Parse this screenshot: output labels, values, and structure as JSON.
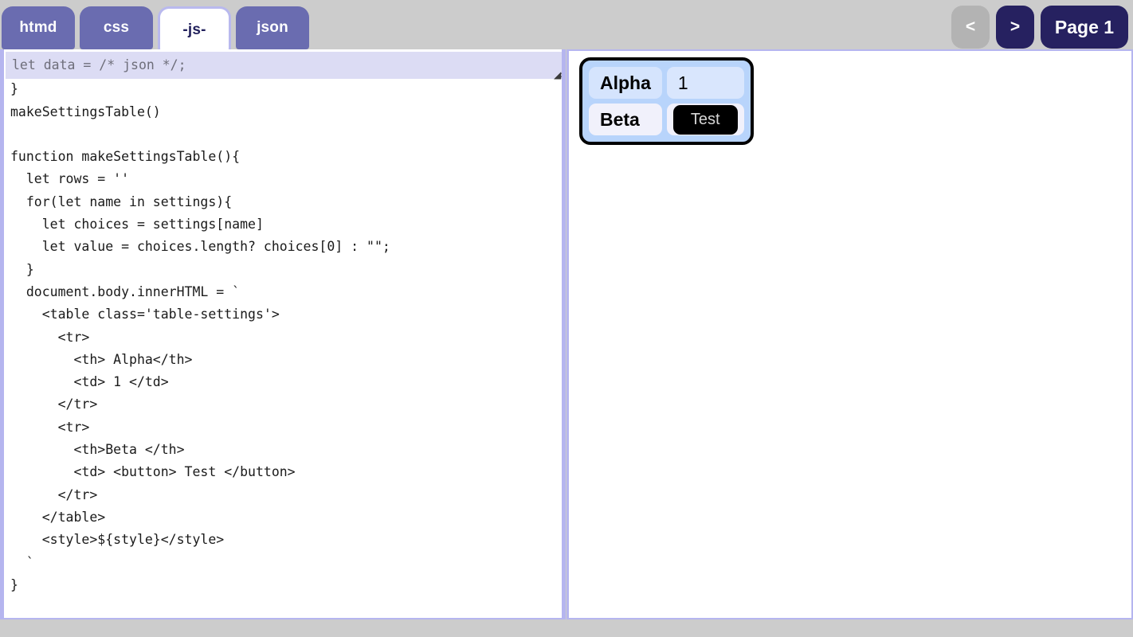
{
  "window": {
    "background_color": "#cccccc"
  },
  "tabbar": {
    "tabs": [
      {
        "label": "htmd",
        "active": false
      },
      {
        "label": "css",
        "active": false
      },
      {
        "label": "-js-",
        "active": true
      },
      {
        "label": "json",
        "active": false
      }
    ],
    "active_tab_color": "#ffffff",
    "inactive_tab_color": "#6a6cb0"
  },
  "navigation": {
    "prev_label": "<",
    "next_label": ">",
    "page_label": "Page 1",
    "prev_disabled_color": "#b3b3b3",
    "active_color": "#262160"
  },
  "editor": {
    "overlay_input": {
      "value": "let data = /* json */;",
      "placeholder": "let data = /* json */;",
      "text_color": "#6e6e7a",
      "background_color": "#dcdcf4"
    },
    "code": "  'beta' : words('a b c d e')\n}\nmakeSettingsTable()\n\nfunction makeSettingsTable(){\n  let rows = ''\n  for(let name in settings){\n    let choices = settings[name]\n    let value = choices.length? choices[0] : \"\";\n  }\n  document.body.innerHTML = `\n    <table class='table-settings'>\n      <tr>\n        <th> Alpha</th>\n        <td> 1 </td>\n      </tr>\n      <tr>\n        <th>Beta </th>\n        <td> <button> Test </button>\n      </tr>\n    </table>\n    <style>${style}</style>\n  `\n}",
    "resize_grip_icon": "resize-grip-icon"
  },
  "preview": {
    "table": {
      "rows": [
        {
          "header": "Alpha",
          "value": "1",
          "type": "text"
        },
        {
          "header": "Beta",
          "value": "Test",
          "type": "button"
        }
      ],
      "background_color": "#b8d4fb",
      "border_color": "#000000",
      "button_color": "#000000",
      "button_text_color": "#d6d6d6"
    }
  }
}
